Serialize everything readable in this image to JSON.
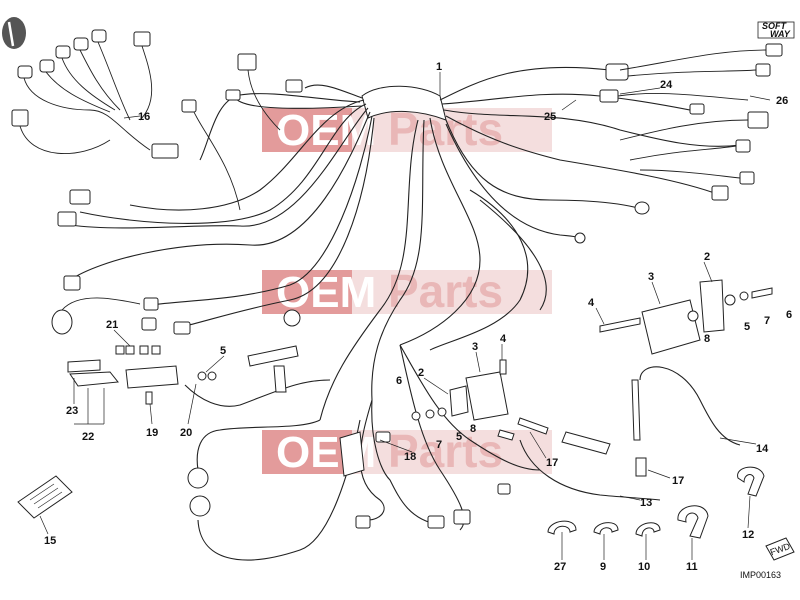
{
  "diagram": {
    "part_code": "IMP00163",
    "logo_text": [
      "SOFT",
      "WAY"
    ],
    "fwd_text": "FWD",
    "watermark": {
      "oem": "OEM",
      "parts": "Parts"
    },
    "callouts": [
      {
        "id": "c1",
        "label": "1"
      },
      {
        "id": "c2a",
        "label": "2"
      },
      {
        "id": "c2b",
        "label": "2"
      },
      {
        "id": "c3a",
        "label": "3"
      },
      {
        "id": "c3b",
        "label": "3"
      },
      {
        "id": "c4a",
        "label": "4"
      },
      {
        "id": "c4b",
        "label": "4"
      },
      {
        "id": "c5a",
        "label": "5"
      },
      {
        "id": "c5b",
        "label": "5"
      },
      {
        "id": "c5c",
        "label": "5"
      },
      {
        "id": "c6a",
        "label": "6"
      },
      {
        "id": "c6b",
        "label": "6"
      },
      {
        "id": "c7a",
        "label": "7"
      },
      {
        "id": "c7b",
        "label": "7"
      },
      {
        "id": "c8a",
        "label": "8"
      },
      {
        "id": "c8b",
        "label": "8"
      },
      {
        "id": "c9",
        "label": "9"
      },
      {
        "id": "c10",
        "label": "10"
      },
      {
        "id": "c11",
        "label": "11"
      },
      {
        "id": "c12",
        "label": "12"
      },
      {
        "id": "c13",
        "label": "13"
      },
      {
        "id": "c14",
        "label": "14"
      },
      {
        "id": "c15",
        "label": "15"
      },
      {
        "id": "c16",
        "label": "16"
      },
      {
        "id": "c17a",
        "label": "17"
      },
      {
        "id": "c17b",
        "label": "17"
      },
      {
        "id": "c18",
        "label": "18"
      },
      {
        "id": "c19",
        "label": "19"
      },
      {
        "id": "c20",
        "label": "20"
      },
      {
        "id": "c21",
        "label": "21"
      },
      {
        "id": "c22",
        "label": "22"
      },
      {
        "id": "c23",
        "label": "23"
      },
      {
        "id": "c24",
        "label": "24"
      },
      {
        "id": "c25",
        "label": "25"
      },
      {
        "id": "c26",
        "label": "26"
      },
      {
        "id": "c27",
        "label": "27"
      }
    ]
  }
}
